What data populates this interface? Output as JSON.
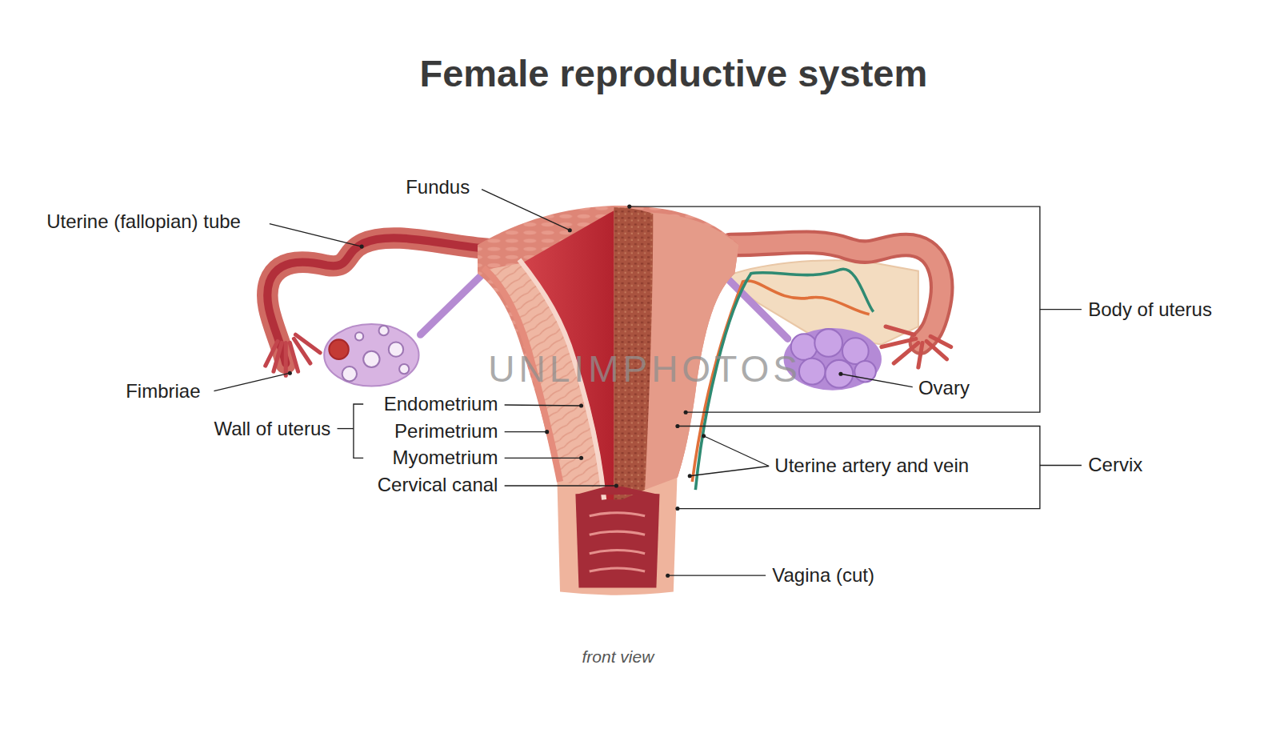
{
  "diagram": {
    "title": "Female reproductive system",
    "caption": "front view",
    "labels": [
      "Fundus",
      "Uterine (fallopian) tube",
      "Body of uterus",
      "Fimbriae",
      "Ovary",
      "Wall of uterus",
      "Endometrium",
      "Perimetrium",
      "Myometrium",
      "Cervical canal",
      "Uterine artery and vein",
      "Cervix",
      "Vagina (cut)",
      "UNLIMPHOTOS"
    ]
  }
}
